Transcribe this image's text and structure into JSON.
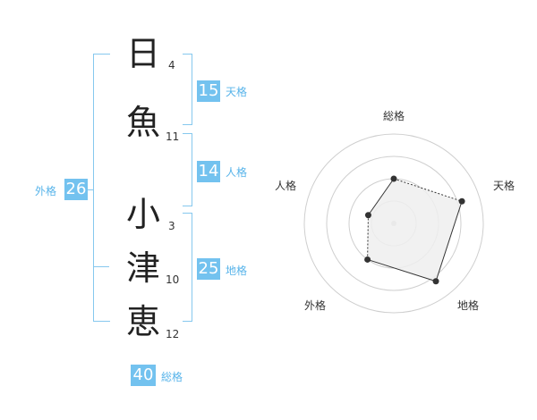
{
  "name": {
    "chars": [
      {
        "char": "日",
        "strokes": "4"
      },
      {
        "char": "魚",
        "strokes": "11"
      },
      {
        "char": "小",
        "strokes": "3"
      },
      {
        "char": "津",
        "strokes": "10"
      },
      {
        "char": "恵",
        "strokes": "12"
      }
    ]
  },
  "grids": {
    "tenkaku": {
      "value": "15",
      "label": "天格"
    },
    "jinkaku": {
      "value": "14",
      "label": "人格"
    },
    "chikaku": {
      "value": "25",
      "label": "地格"
    },
    "gaikaku": {
      "value": "26",
      "label": "外格"
    },
    "soukaku": {
      "value": "40",
      "label": "総格"
    }
  },
  "colors": {
    "accent": "#73c2ef",
    "accent_text": "#58b4ea",
    "bracket": "#86c8ee",
    "radar_fill": "#efefef"
  },
  "chart_data": {
    "type": "radar",
    "axes": [
      "総格",
      "天格",
      "地格",
      "外格",
      "人格"
    ],
    "values": [
      2.5,
      4,
      4,
      2.5,
      1.5
    ],
    "rmax": 5,
    "rings": 4,
    "grid": true
  }
}
